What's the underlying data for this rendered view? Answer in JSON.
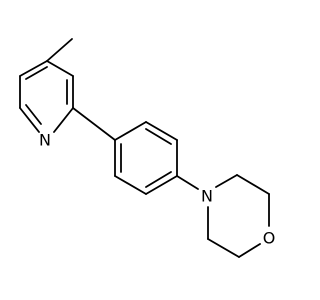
{
  "molecule": {
    "atoms": {
      "pyridine_nitrogen": "N",
      "morpholine_nitrogen": "N",
      "morpholine_oxygen": "O"
    }
  },
  "colors": {
    "bond": "#000000",
    "label": "#000000",
    "background": "#ffffff"
  }
}
